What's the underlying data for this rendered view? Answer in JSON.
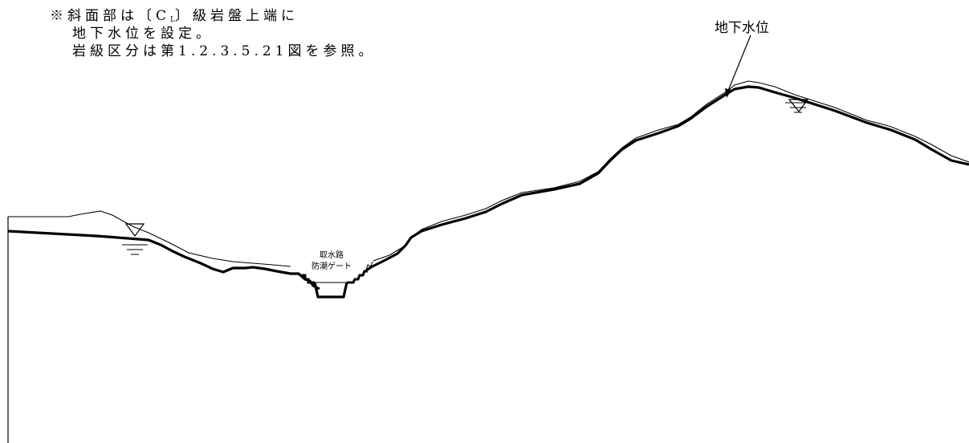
{
  "note": {
    "line1_prefix": "※斜面部は〔C",
    "line1_sub": "L",
    "line1_suffix": "〕級岩盤上端に",
    "line2": "地下水位を設定。",
    "line3": "岩級区分は第1.2.3.5.21図を参照。"
  },
  "groundwater_label": "地下水位",
  "gate_label": {
    "line1": "取水路",
    "line2": "防潮ゲート"
  },
  "colors": {
    "line": "#000000",
    "background": "#ffffff"
  }
}
